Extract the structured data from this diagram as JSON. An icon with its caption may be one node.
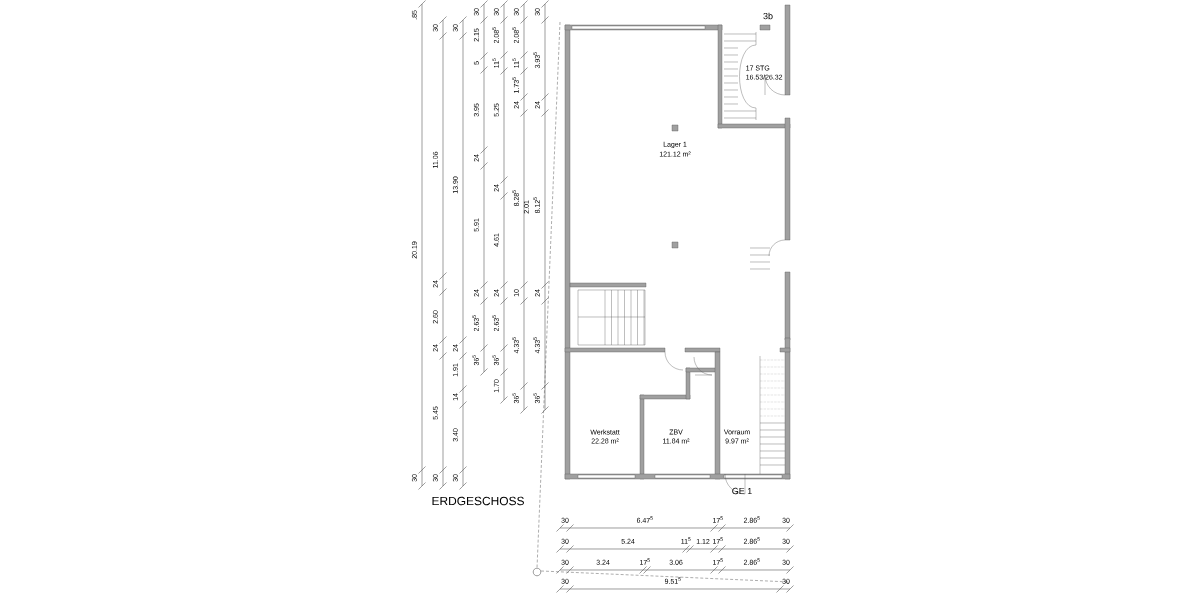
{
  "diagram": {
    "title": "ERDGESCHOSS",
    "labels": [
      ".85",
      "20.19",
      "30",
      "30",
      "11.06",
      "24",
      "2.60",
      "24",
      "5.45",
      "30",
      "30",
      "13.90",
      "24",
      "1.91",
      "14",
      "3.40",
      "30",
      "30",
      "2.15",
      "5",
      "3.95",
      "24",
      "5.91",
      "24",
      "2.63$^{5}$",
      "36$^{5}$",
      "30",
      "2.08$^{5}$",
      "11$^{5}$",
      "5.25",
      "24",
      "4.61",
      "24",
      "2.63$^{5}$",
      "36$^{5}$",
      "1.70",
      "30",
      "2.08$^{5}$",
      "11$^{5}$",
      "1.73$^{5}$",
      "24",
      "8.28$^{5}$",
      "2.01",
      "10",
      "4.33$^{5}$",
      "36$^{5}$",
      "30",
      "3.93$^{5}$",
      "24",
      "8.12$^{5}$",
      "24",
      "4.33$^{5}$",
      "36$^{5}$",
      "3b",
      "17 STG",
      "16.53/26.32",
      "Lager 1",
      "121.12 m²",
      "Werkstatt",
      "22.28 m²",
      "ZBV",
      "11.84 m²",
      "Vorraum",
      "9.97 m²",
      "GE 1",
      "30",
      "6.47$^{5}$",
      "17$^{5}$",
      "2.86$^{5}$",
      "30",
      "30",
      "5.24",
      "11$^{5}$",
      "1.12",
      "17$^{5}$",
      "2.86$^{5}$",
      "30",
      "30",
      "3.24",
      "17$^{5}$",
      "3.06",
      "17$^{5}$",
      "2.86$^{5}$",
      "30",
      "30",
      "9.51$^{5}$",
      "30"
    ]
  }
}
